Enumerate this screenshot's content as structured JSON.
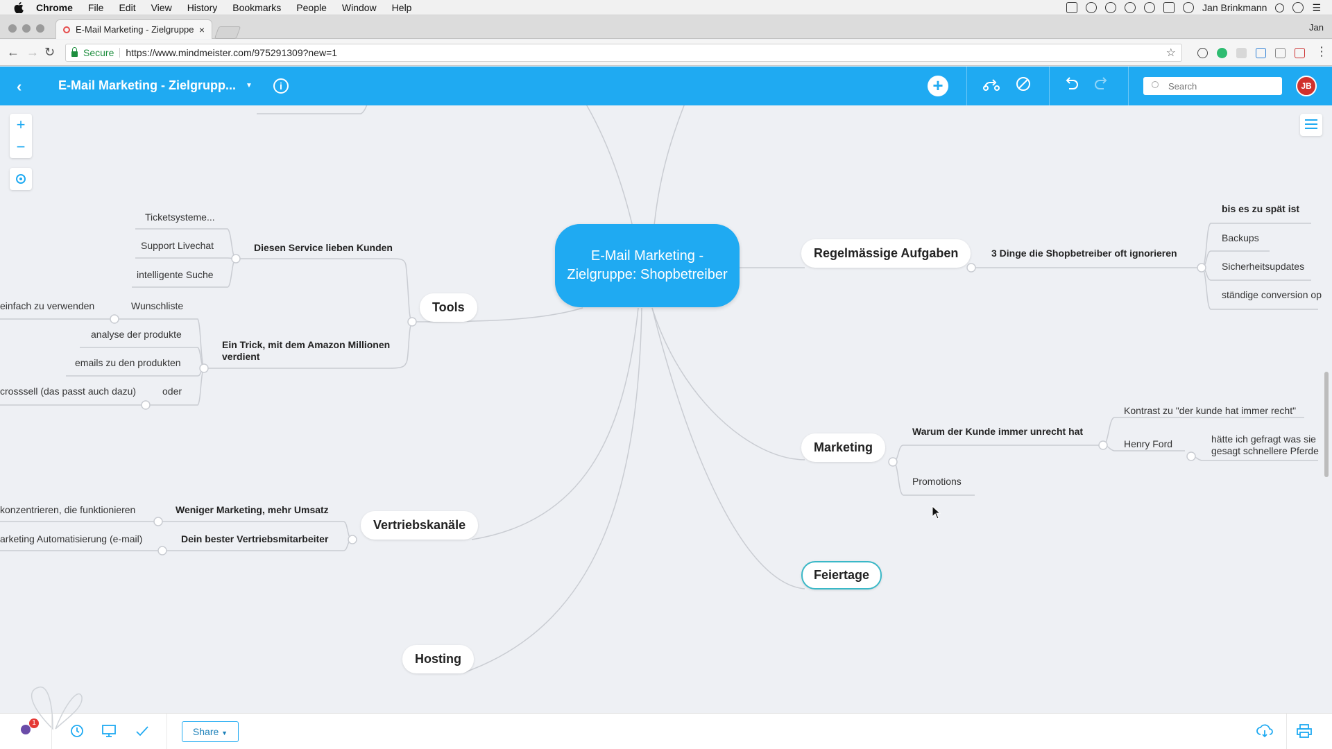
{
  "menubar": {
    "app": "Chrome",
    "items": [
      "File",
      "Edit",
      "View",
      "History",
      "Bookmarks",
      "People",
      "Window",
      "Help"
    ],
    "user": "Jan Brinkmann"
  },
  "browser": {
    "tab_title": "E-Mail Marketing - Zielgruppe",
    "tab_close": "×",
    "profile": "Jan",
    "secure_label": "Secure",
    "url": "https://www.mindmeister.com/975291309?new=1"
  },
  "header": {
    "map_title": "E-Mail Marketing - Zielgrupp...",
    "info": "i",
    "search_placeholder": "Search",
    "avatar_initials": "JB",
    "brand_color": "#1faaf2"
  },
  "map": {
    "root": "E-Mail Marketing - Zielgruppe: Shopbetreiber",
    "top_fragment": "...",
    "tools": {
      "label": "Tools",
      "service": {
        "label": "Diesen Service lieben Kunden",
        "items": [
          "Ticketsysteme...",
          "Support Livechat",
          "intelligente Suche"
        ]
      },
      "trick": {
        "label": "Ein Trick, mit dem Amazon Millionen verdient",
        "wunschliste": "Wunschliste",
        "wunschliste_child": "einfach zu verwenden",
        "analyse": "analyse der produkte",
        "emails": "emails zu den produkten",
        "oder": "oder",
        "oder_child": "crosssell (das passt auch dazu)"
      }
    },
    "vertrieb": {
      "label": "Vertriebskanäle",
      "weniger": "Weniger Marketing, mehr Umsatz",
      "weniger_child": "konzentrieren, die funktionieren",
      "bester": "Dein bester Vertriebsmitarbeiter",
      "bester_child": "arketing Automatisierung (e-mail)"
    },
    "hosting": "Hosting",
    "regel": {
      "label": "Regelmässige Aufgaben",
      "dinge": "3 Dinge die Shopbetreiber oft ignorieren",
      "items": [
        "bis es zu spät ist",
        "Backups",
        "Sicherheitsupdates",
        "ständige conversion op"
      ]
    },
    "marketing": {
      "label": "Marketing",
      "warum": "Warum der Kunde immer unrecht hat",
      "kontrast": "Kontrast zu \"der kunde hat immer recht\"",
      "henry": "Henry Ford",
      "henry_quote": "hätte ich gefragt was sie gesagt schnellere Pferde",
      "promotions": "Promotions"
    },
    "feiertage": "Feiertage"
  },
  "bottom": {
    "share_label": "Share",
    "notification_count": "1"
  }
}
